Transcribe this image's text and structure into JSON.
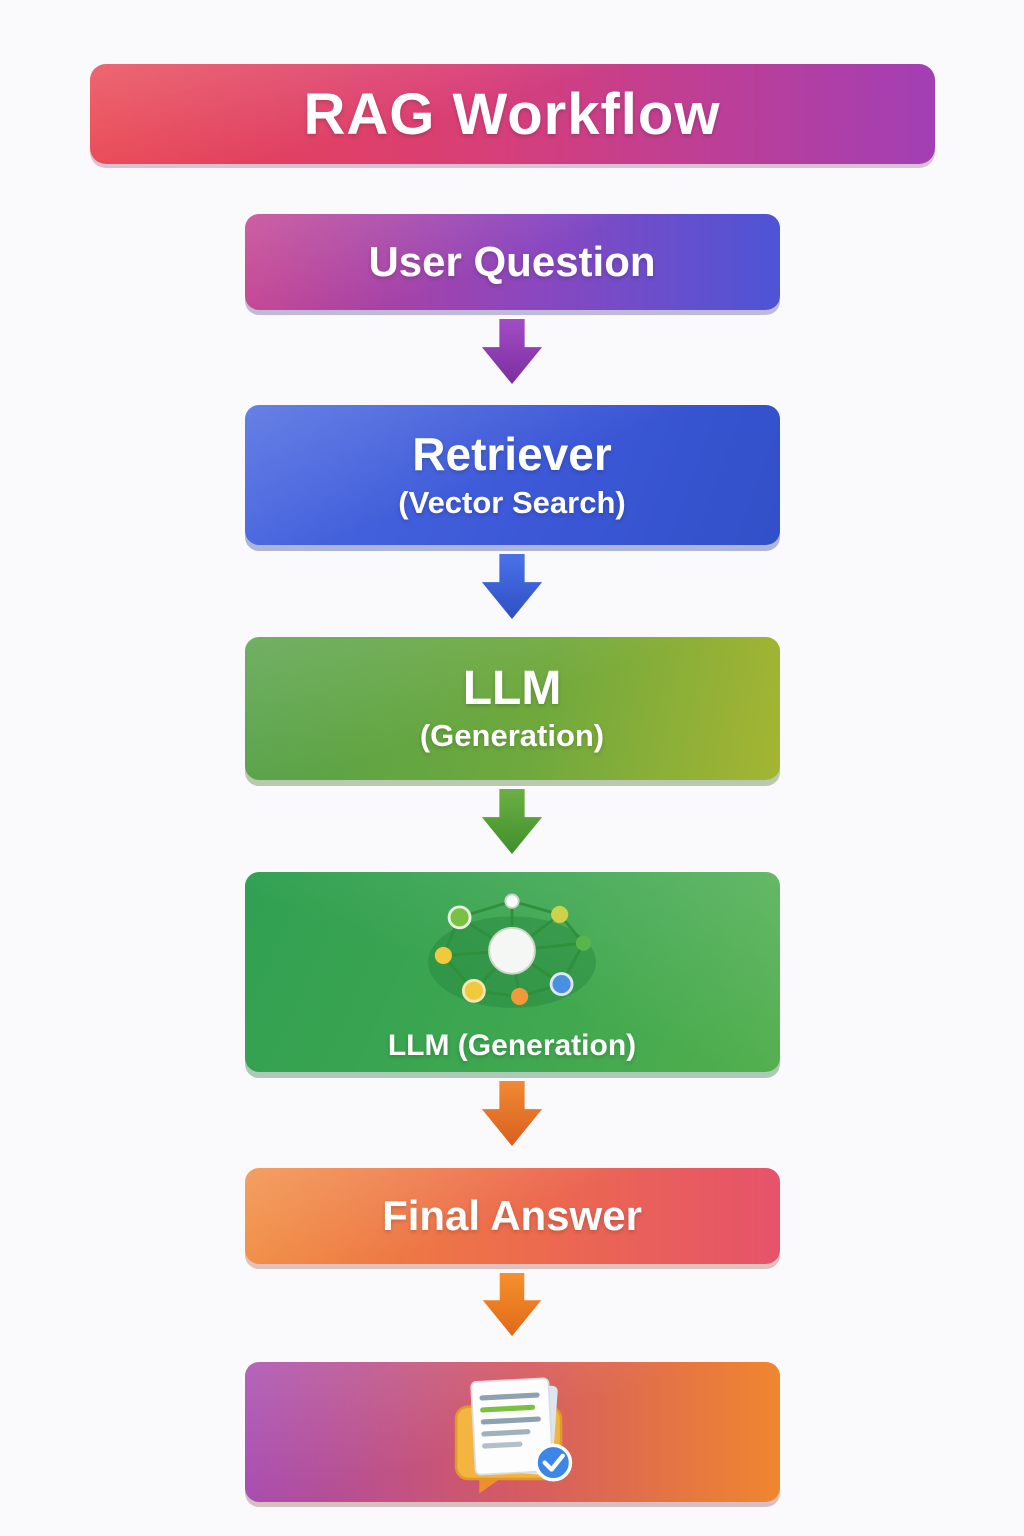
{
  "title": "RAG Workflow",
  "flow": {
    "user_question": {
      "label": "User Question"
    },
    "retriever": {
      "label": "Retriever",
      "sublabel": "(Vector Search)"
    },
    "llm": {
      "label": "LLM",
      "sublabel": "(Generation)"
    },
    "llm_generation": {
      "label": "LLM (Generation)",
      "icon": "network-graph-icon"
    },
    "final_answer": {
      "label": "Final Answer"
    },
    "answer_document": {
      "icon": "document-check-icon"
    }
  },
  "icons": {
    "connector": "down-arrow-icon",
    "network": "network-graph-icon",
    "document": "document-check-icon"
  },
  "colors": {
    "background": "#faf9fb",
    "title_gradient": [
      "#e8414d",
      "#a23fb4"
    ],
    "user_question_gradient": [
      "#c13d8e",
      "#4c55d6"
    ],
    "retriever_gradient": [
      "#4a68e0",
      "#3250c8"
    ],
    "llm_gradient": [
      "#55a148",
      "#a5b533"
    ],
    "llm_generation_gradient": [
      "#31a052",
      "#52af4d"
    ],
    "final_answer_gradient": [
      "#f0883b",
      "#e5536a"
    ],
    "answer_document_gradient": [
      "#a648ae",
      "#f0862f"
    ],
    "arrow_purple": "#8a3cae",
    "arrow_blue": "#3b5bd6",
    "arrow_green": "#4f9c36",
    "arrow_orange": "#e87426",
    "text": "#ffffff"
  }
}
